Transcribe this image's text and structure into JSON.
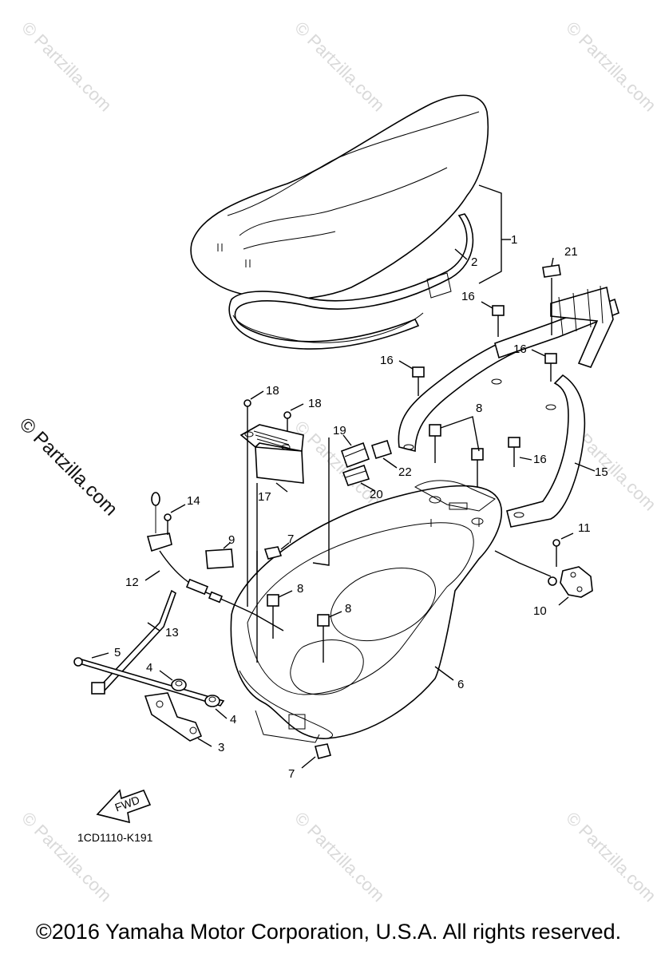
{
  "watermarks": {
    "text": "© Partzilla.com",
    "side_text": "© Partzilla.com"
  },
  "callouts": {
    "seat": "1",
    "seat_seal": "2",
    "bracket": "3",
    "collar_left": "4",
    "collar_right": "4",
    "shaft": "5",
    "luggage_box": "6",
    "nut_upper": "7",
    "nut_lower": "7",
    "bolt_8a": "8",
    "bolt_8b": "8",
    "bolt_8c": "8",
    "cover": "9",
    "seat_lock": "10",
    "screw_11": "11",
    "cable": "12",
    "band": "13",
    "screw_14": "14",
    "grab_bar": "15",
    "bolt_16a": "16",
    "bolt_16b": "16",
    "bolt_16c": "16",
    "bolt_16d": "16",
    "holder": "17",
    "screw_18a": "18",
    "screw_18b": "18",
    "label_19": "19",
    "label_20": "20",
    "label_21": "21",
    "label_22": "22"
  },
  "fwd_label": "FWD",
  "diagram_code": "1CD1110-K191",
  "copyright": "©2016  Yamaha Motor Corporation, U.S.A. All rights reserved."
}
